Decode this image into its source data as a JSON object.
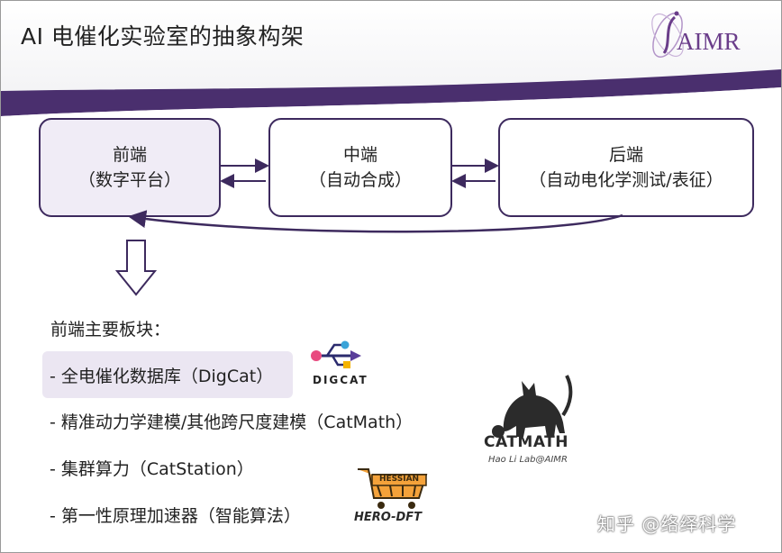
{
  "title": "AI 电催化实验室的抽象构架",
  "logo_text": "AIMR",
  "boxes": {
    "front": {
      "line1": "前端",
      "line2": "（数字平台）"
    },
    "mid": {
      "line1": "中端",
      "line2": "（自动合成）"
    },
    "back": {
      "line1": "后端",
      "line2": "（自动电化学测试/表征）"
    }
  },
  "section_title": "前端主要板块：",
  "items": [
    "- 全电催化数据库（DigCat）",
    "- 精准动力学建模/其他跨尺度建模（CatMath）",
    "- 集群算力（CatStation）",
    "- 第一性原理加速器（智能算法）"
  ],
  "logos": {
    "digcat": "DIGCAT",
    "catmath_title": "CATMATH",
    "catmath_sub": "Hao Li Lab@AIMR",
    "hero_top": "HESSIAN",
    "hero_bottom": "HERO-DFT"
  },
  "watermark": "知乎 @络绎科学",
  "colors": {
    "accent": "#3d2a5e",
    "header_purple": "#4a2f6e",
    "highlight": "#ebe6f2"
  }
}
